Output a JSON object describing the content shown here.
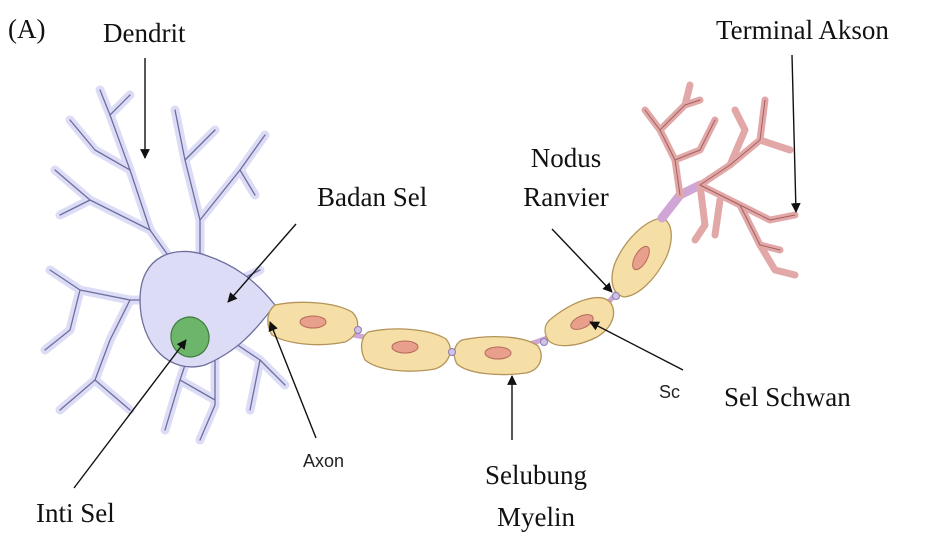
{
  "panel_label": "(A)",
  "labels": {
    "dendrit": "Dendrit",
    "terminal_akson": "Terminal Akson",
    "nodus_ranvier_line1": "Nodus",
    "nodus_ranvier_line2": "Ranvier",
    "badan_sel": "Badan Sel",
    "axon": "Axon",
    "sc": "Sc",
    "sel_schwan": "Sel Schwan",
    "selubung_line1": "Selubung",
    "selubung_line2": "Myelin",
    "inti_sel": "Inti Sel"
  },
  "colors": {
    "cell_body": "#dcdcf6",
    "cell_outline": "#6e6e9e",
    "nucleus": "#6cb56a",
    "myelin": "#f6dfa6",
    "myelin_outline": "#b4945a",
    "schwann_nucleus": "#e8a08c",
    "terminal_branch": "#e2a8a8",
    "axon_terminal_stem": "#cfa6d6"
  }
}
